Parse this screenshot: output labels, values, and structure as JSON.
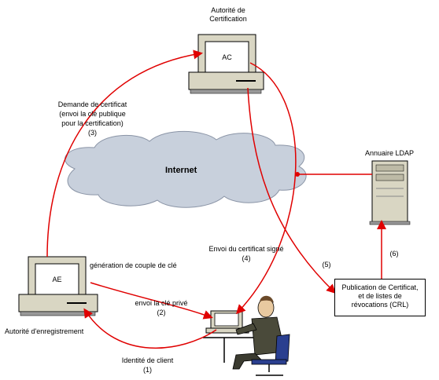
{
  "nodes": {
    "ac": {
      "title_line1": "Autorité de",
      "title_line2": "Certification",
      "screen": "AC"
    },
    "ae": {
      "title": "Autorité d'enregistrement",
      "screen": "AE",
      "keygen": "génération de couple de clé"
    },
    "ldap": {
      "title": "Annuaire LDAP"
    },
    "internet": {
      "label": "Internet"
    },
    "crl": {
      "line1": "Publication de Certificat,",
      "line2": "et de listes de",
      "line3": "révocations (CRL)"
    }
  },
  "arrows": {
    "a1": {
      "line1": "Identité de client",
      "line2": "(1)"
    },
    "a2": {
      "line1": "envoi la clé privé",
      "line2": "(2)"
    },
    "a3": {
      "line1": "Demande de certificat",
      "line2": "(envoi la clé publique",
      "line3": "pour la certification)",
      "line4": "(3)"
    },
    "a4": {
      "line1": "Envoi du certificat signé",
      "line2": "(4)"
    },
    "a5": {
      "line1": "(5)"
    },
    "a6": {
      "line1": "(6)"
    }
  },
  "colors": {
    "arrow": "#e00000",
    "cloud": "#c8d0dc",
    "cloud_edge": "#8a94a6",
    "beige": "#d9d6c3",
    "person_suit": "#4a4a3a"
  }
}
